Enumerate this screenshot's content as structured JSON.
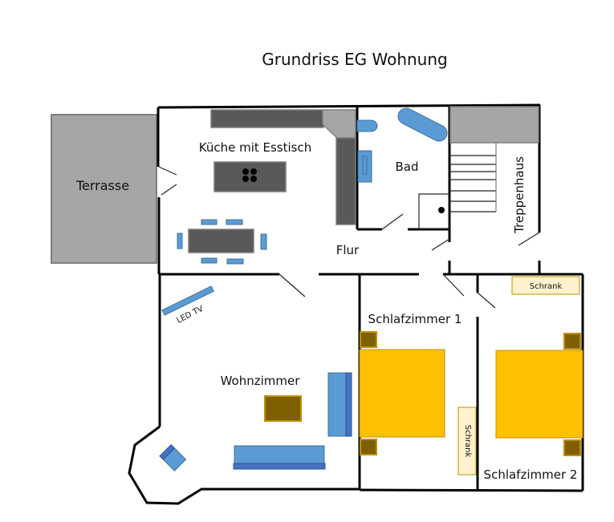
{
  "title": "Grundriss EG Wohnung",
  "rooms": {
    "terrasse": "Terrasse",
    "kueche": "Küche mit Esstisch",
    "bad": "Bad",
    "treppenhaus": "Treppenhaus",
    "flur": "Flur",
    "wohnzimmer": "Wohnzimmer",
    "schlafzimmer1": "Schlafzimmer 1",
    "schlafzimmer2": "Schlafzimmer 2"
  },
  "furniture": {
    "led_tv": "LED TV",
    "schrank_1": "Schrank",
    "schrank_2": "Schrank"
  },
  "colors": {
    "wall": "#000000",
    "terrace": "#a6a6a6",
    "counter": "#595959",
    "blue_furniture": "#5b9bd5",
    "blue_dark": "#4472c4",
    "bed": "#ffc000",
    "nightstand": "#7f6000",
    "wardrobe": "#fff2cc"
  }
}
